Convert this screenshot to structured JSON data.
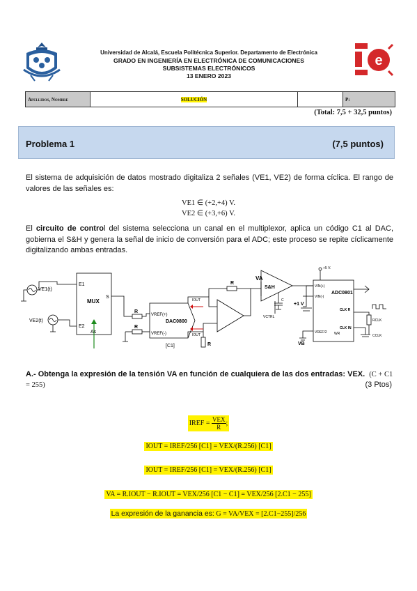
{
  "header": {
    "line1": "Universidad de Alcalá, Escuela Politécnica Superior. Departamento de Electrónica",
    "line2": "GRADO EN INGENIERÍA EN ELECTRÓNICA DE COMUNICACIONES",
    "line3": "SUBSISTEMAS ELECTRÓNICOS",
    "line4": "13 ENERO 2023"
  },
  "name_table": {
    "label": "Apellidos, Nombre",
    "value": "SOLUCIÓN",
    "p_label": "P:"
  },
  "total": "(Total: 7,5 + 32,5 puntos)",
  "problem": {
    "title": "Problema 1",
    "points": "(7,5 puntos)"
  },
  "intro": {
    "p1": "El sistema de adquisición de datos mostrado digitaliza 2 señales (VE1, VE2) de forma cíclica. El rango de valores de las señales es:",
    "range1": "VE1 ∈ (+2,+4) V.",
    "range2": "VE2 ∈ (+3,+6) V.",
    "p2a": "El ",
    "p2b": "circuito de contro",
    "p2c": "l del sistema selecciona un canal en el multiplexor, aplica un código C1 al DAC, gobierna el S&H y genera la señal de inicio de conversión para el ADC; este proceso se repite cíclicamente digitalizando ambas entradas."
  },
  "circuit": {
    "ve1": "VE1(t)",
    "ve2": "VE2(t)",
    "mux": "MUX",
    "e1": "E1",
    "e2": "E2",
    "s": "S",
    "as": "As",
    "r": "R",
    "dac": "DAC0800",
    "vref_p": "VREF(+)",
    "vref_n": "VREF(-)",
    "c1": "[C1]",
    "iout": "IOUT",
    "iout_bar": "IOUT",
    "va": "VA",
    "sh": "S&H",
    "c": "C",
    "vctrl": "VCTRL",
    "plus1v": "+1 V",
    "vb": "VB",
    "adc": "ADC0801",
    "plus5": "+5 V.",
    "vin_p": "VIN(+)",
    "vin_n": "VIN(-)",
    "vref2": "VREF/2",
    "wr": "WR",
    "clkr": "CLK R",
    "clkin": "CLK IN",
    "rclk": "RCLK",
    "cclk": "CCLK"
  },
  "question": {
    "text_a": "A.- Obtenga la expresión de la tensión VA en función de cualquiera de las dos entradas: VEX.",
    "cond": "(C + C1 = 255)",
    "points": "(3 Ptos)"
  },
  "solution": {
    "eq1_lhs": "IREF =",
    "eq1_num": "VEX",
    "eq1_den": "R",
    "eq2": "IOUT = IREF/256 [C1] = VEX/(R.256) [C1]",
    "eq3": "IOUT = IREF/256 [C1] = VEX/(R.256) [C1]",
    "eq4": "VA = R.IOUT − R.IOUT = VEX/256 [C1 − C1] = VEX/256 [2.C1 − 255]",
    "eq5_text": "La expresión de la ganancia es:",
    "eq5": "G = VA/VEX = [2.C1−255]/256"
  }
}
